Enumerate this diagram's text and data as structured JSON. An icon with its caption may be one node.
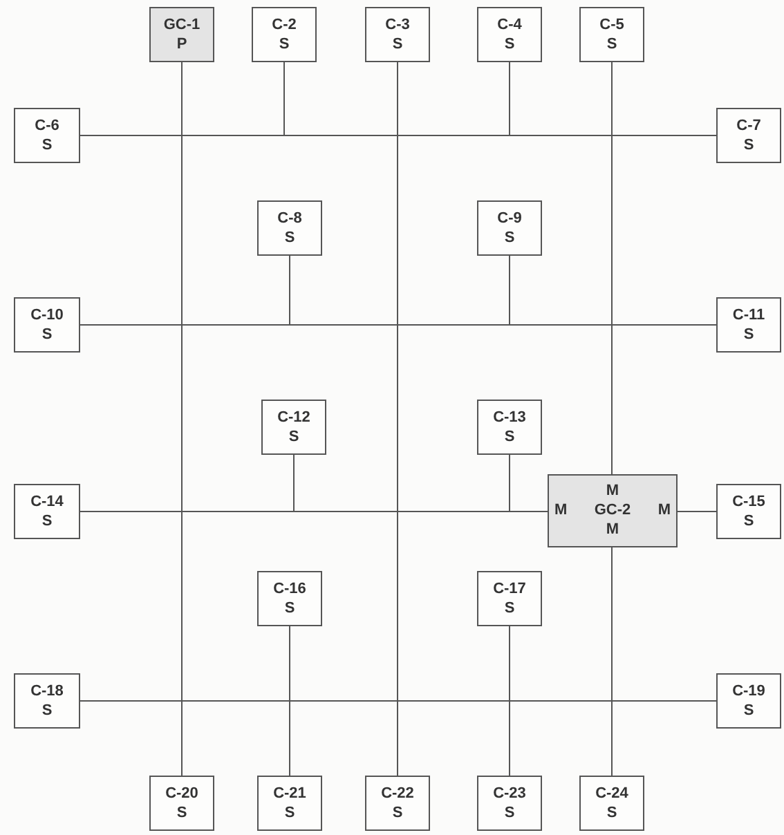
{
  "diagram": {
    "nodes": [
      {
        "text": [
          "GC-1",
          "P"
        ]
      },
      {
        "text": [
          "C-2",
          "S"
        ]
      },
      {
        "text": [
          "C-3",
          "S"
        ]
      },
      {
        "text": [
          "C-4",
          "S"
        ]
      },
      {
        "text": [
          "C-5",
          "S"
        ]
      },
      {
        "text": [
          "C-6",
          "S"
        ]
      },
      {
        "text": [
          "C-7",
          "S"
        ]
      },
      {
        "text": [
          "C-8",
          "S"
        ]
      },
      {
        "text": [
          "C-9",
          "S"
        ]
      },
      {
        "text": [
          "C-10",
          "S"
        ]
      },
      {
        "text": [
          "C-11",
          "S"
        ]
      },
      {
        "text": [
          "C-12",
          "S"
        ]
      },
      {
        "text": [
          "C-13",
          "S"
        ]
      },
      {
        "text": [
          "C-14",
          "S"
        ]
      },
      {
        "text": [
          "M",
          "M",
          "GC-2",
          "M",
          "M"
        ]
      },
      {
        "text": [
          "C-15",
          "S"
        ]
      },
      {
        "text": [
          "C-16",
          "S"
        ]
      },
      {
        "text": [
          "C-17",
          "S"
        ]
      },
      {
        "text": [
          "C-18",
          "S"
        ]
      },
      {
        "text": [
          "C-19",
          "S"
        ]
      },
      {
        "text": [
          "C-20",
          "S"
        ]
      },
      {
        "text": [
          "C-21",
          "S"
        ]
      },
      {
        "text": [
          "C-22",
          "S"
        ]
      },
      {
        "text": [
          "C-23",
          "S"
        ]
      },
      {
        "text": [
          "C-24",
          "S"
        ]
      }
    ],
    "edges": [
      {
        "from": 0,
        "to": 20,
        "arrow": "none"
      },
      {
        "from": 1,
        "to": null,
        "arrow": "none"
      },
      {
        "from": 2,
        "to": 22,
        "arrow": "none"
      },
      {
        "from": 3,
        "to": null,
        "arrow": "none"
      },
      {
        "from": 4,
        "to": 14,
        "arrow": "none"
      },
      {
        "from": 5,
        "to": 6,
        "arrow": "none"
      },
      {
        "from": 7,
        "to": null,
        "arrow": "none"
      },
      {
        "from": 8,
        "to": null,
        "arrow": "none"
      },
      {
        "from": 9,
        "to": 10,
        "arrow": "none"
      },
      {
        "from": 11,
        "to": null,
        "arrow": "none"
      },
      {
        "from": 12,
        "to": null,
        "arrow": "none"
      },
      {
        "from": 13,
        "to": 14,
        "arrow": "none"
      },
      {
        "from": 14,
        "to": 15,
        "arrow": "none"
      },
      {
        "from": 14,
        "to": 24,
        "arrow": "none"
      },
      {
        "from": 16,
        "to": 21,
        "arrow": "none"
      },
      {
        "from": 17,
        "to": 23,
        "arrow": "none"
      },
      {
        "from": 18,
        "to": 19,
        "arrow": "none"
      }
    ]
  }
}
